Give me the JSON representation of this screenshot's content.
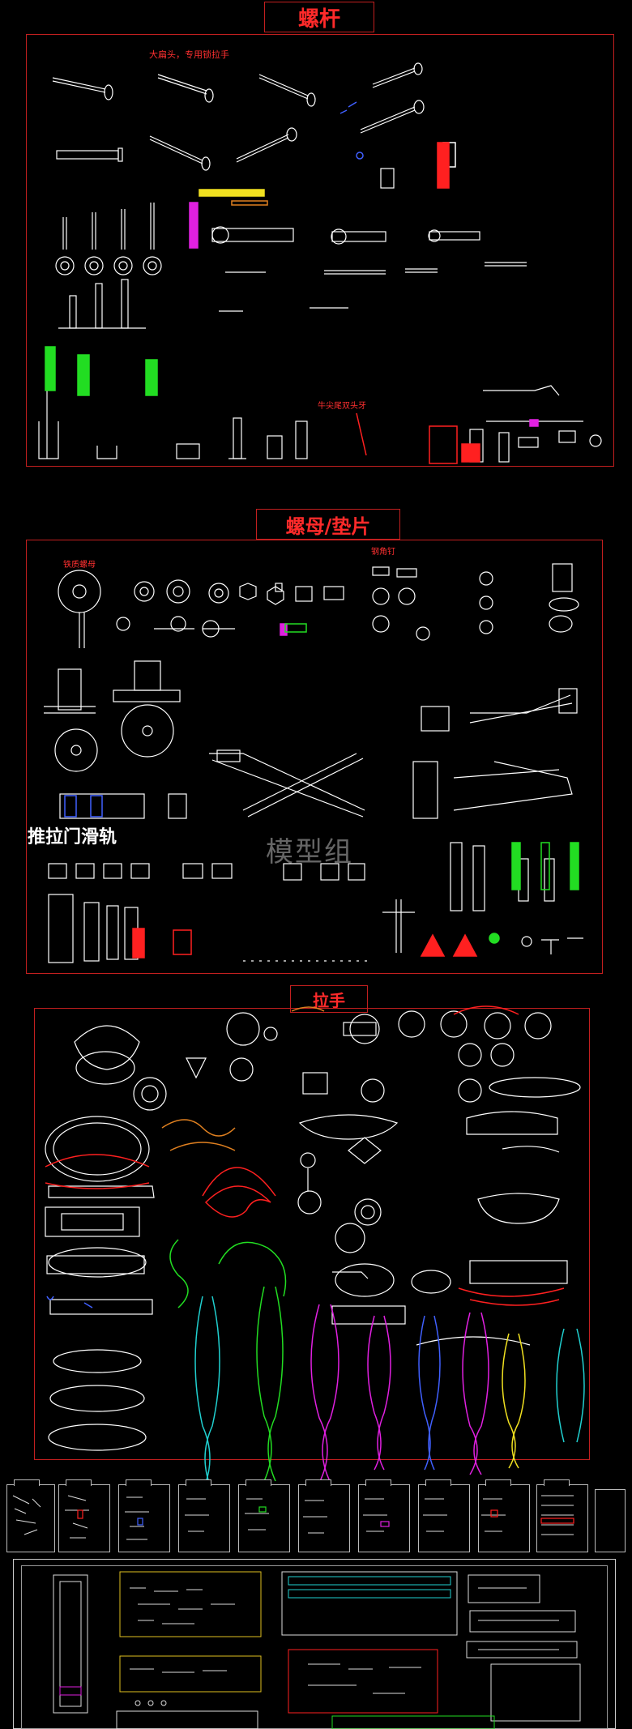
{
  "sections": {
    "bolts": {
      "title": "螺杆",
      "note_big_head": "大扁头，专用锁拉手",
      "note_double_thread": "牛尖尾双头牙"
    },
    "nuts": {
      "title": "螺母/垫片",
      "note_iron_nut": "铁质螺母",
      "note_corner": "钢角钉",
      "slide_rail_label": "推拉门滑轨",
      "watermark": "模型组"
    },
    "handles": {
      "title": "拉手"
    }
  },
  "colors": {
    "frame": "#c21f1f",
    "title": "#ff2a2a",
    "line": "#ffffff",
    "green": "#22dd22",
    "red": "#ff2020",
    "magenta": "#e020e0",
    "cyan": "#20d0d0",
    "yellow": "#f0e020",
    "blue": "#4060ff",
    "orange": "#e08020"
  }
}
